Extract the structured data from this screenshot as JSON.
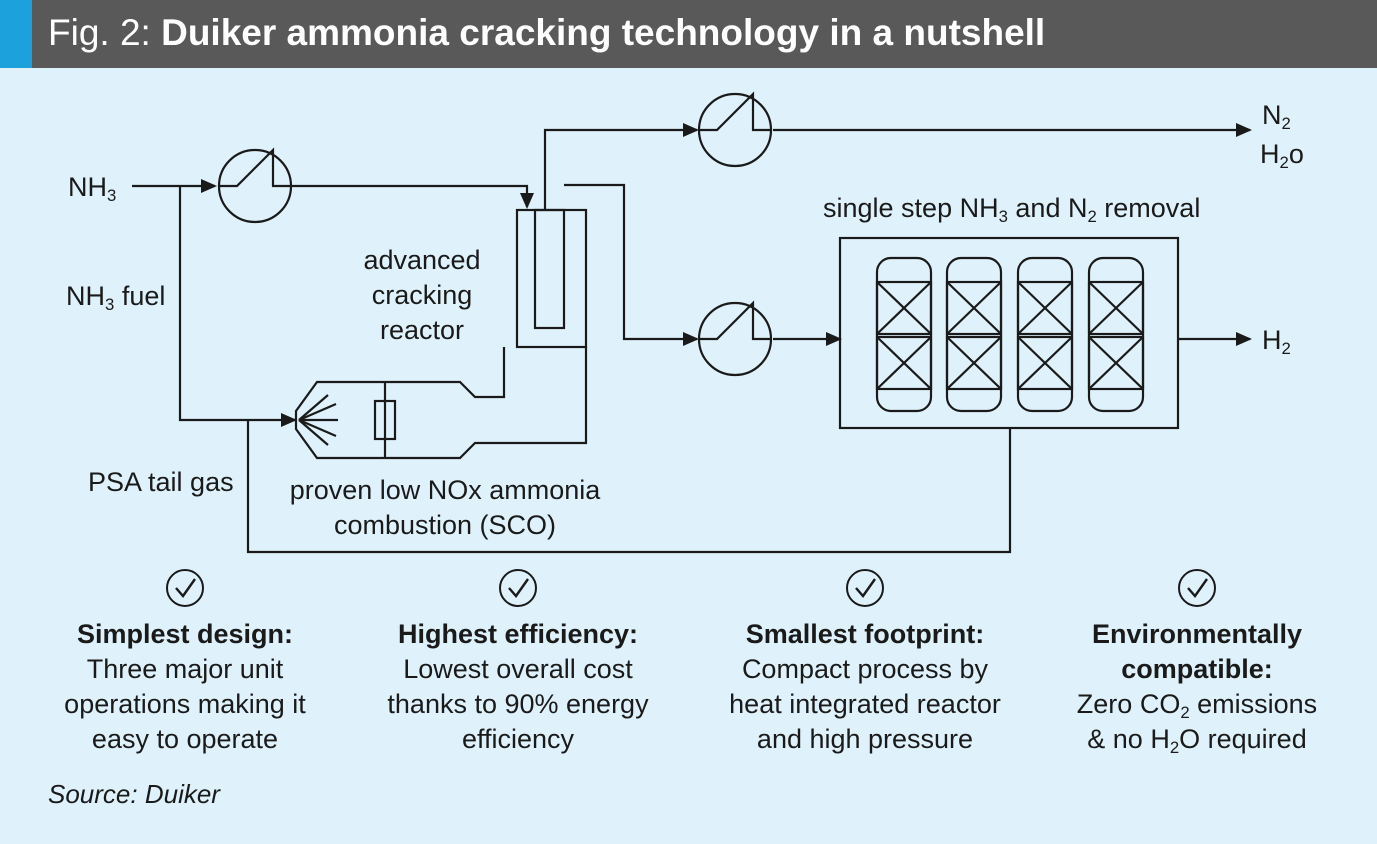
{
  "header": {
    "fig_label": "Fig. 2:",
    "title": "Duiker ammonia cracking technology in a nutshell"
  },
  "colors": {
    "header_bg": "#595959",
    "accent": "#1da1dc",
    "background": "#dff2fb",
    "line": "#1a1a1a"
  },
  "labels": {
    "nh3_in": {
      "pre": "NH",
      "sub": "3"
    },
    "nh3_fuel": {
      "pre": "NH",
      "sub": "3",
      "post": " fuel"
    },
    "psa_tail_gas": "PSA tail gas",
    "reactor_line1": "advanced",
    "reactor_line2": "cracking",
    "reactor_line3": "reactor",
    "combustion_line1": "proven low NOx ammonia",
    "combustion_line2": "combustion (SCO)",
    "removal_a": "single step NH",
    "removal_a_sub": "3",
    "removal_b": " and N",
    "removal_b_sub": "2",
    "removal_c": " removal",
    "out_n2": {
      "pre": "N",
      "sub": "2"
    },
    "out_h2o": {
      "pre": "H",
      "sub": "2",
      "post": "o"
    },
    "out_h2": {
      "pre": "H",
      "sub": "2"
    }
  },
  "features": [
    {
      "title": "Simplest design:",
      "line1": "Three major unit",
      "line2": "operations making it",
      "line3": "easy to operate"
    },
    {
      "title": "Highest efficiency:",
      "line1": "Lowest overall cost",
      "line2": "thanks to 90% energy",
      "line3": "efficiency"
    },
    {
      "title": "Smallest footprint:",
      "line1": "Compact process by",
      "line2": "heat integrated reactor",
      "line3": "and high pressure"
    },
    {
      "title1": "Environmentally",
      "title2": "compatible:",
      "l1_pre": "Zero CO",
      "l1_sub": "2",
      "l1_post": " emissions",
      "l2_pre": "& no H",
      "l2_sub": "2",
      "l2_post": "O required"
    }
  ],
  "icons": [
    "check-circle-icon",
    "heat-exchanger-icon",
    "arrowhead-icon",
    "burner-nozzle-icon",
    "catalyst-bed-icon"
  ],
  "source": "Source: Duiker"
}
